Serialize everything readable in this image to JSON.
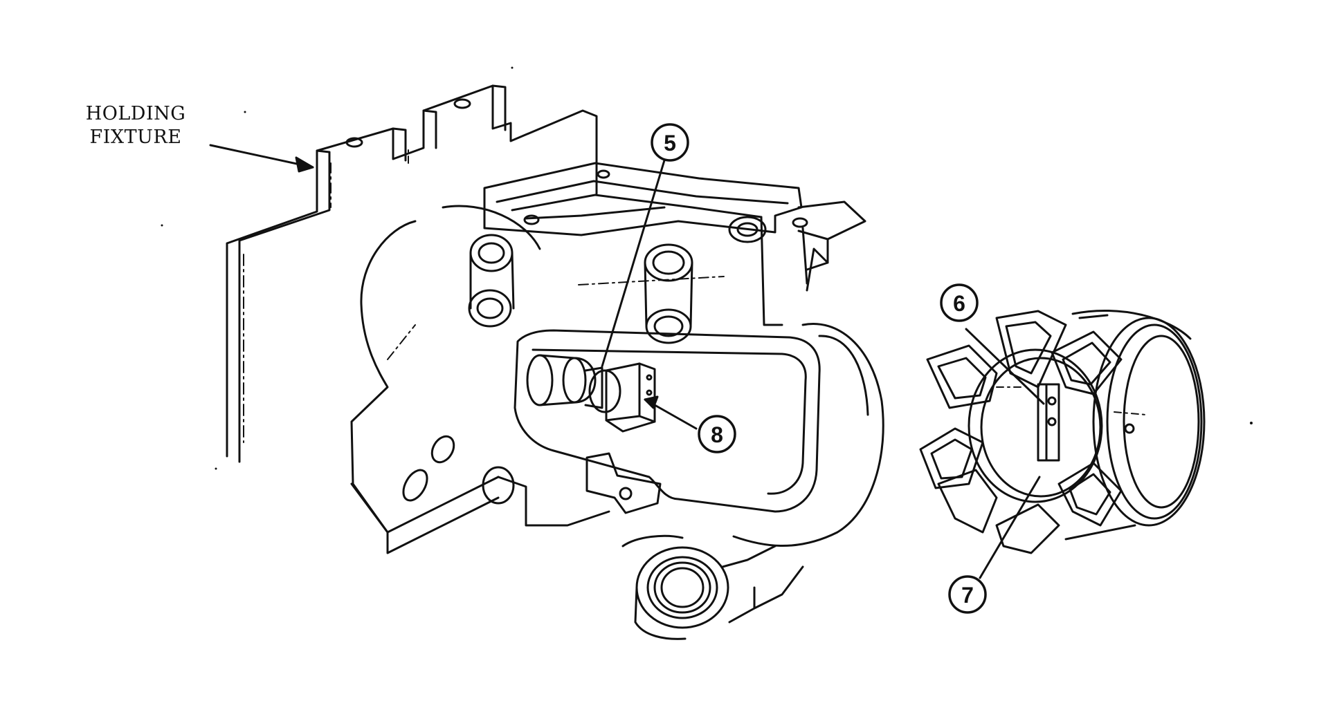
{
  "caption": "",
  "fixture_label": {
    "line1": "HOLDING",
    "line2": "FIXTURE"
  },
  "callouts": [
    {
      "id": "5",
      "label": "5"
    },
    {
      "id": "6",
      "label": "6"
    },
    {
      "id": "7",
      "label": "7"
    },
    {
      "id": "8",
      "label": "8"
    }
  ],
  "colors": {
    "ink": "#111111",
    "paper": "#ffffff"
  }
}
